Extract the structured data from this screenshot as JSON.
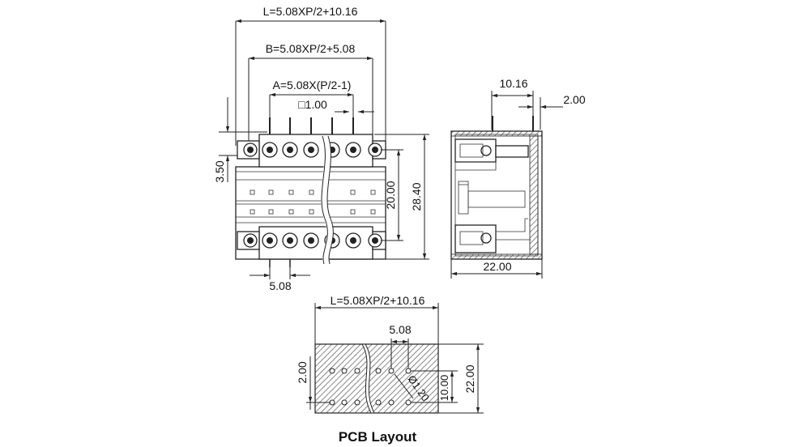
{
  "front_view": {
    "dim_L": "L=5.08XP/2+10.16",
    "dim_B": "B=5.08XP/2+5.08",
    "dim_A": "A=5.08X(P/2-1)",
    "dim_pin": "□1.00",
    "dim_left": "3.50",
    "dim_inner_height": "20.00",
    "dim_total_height": "28.40",
    "dim_pitch": "5.08"
  },
  "side_view": {
    "dim_top": "10.16",
    "dim_offset": "2.00",
    "dim_width": "22.00"
  },
  "pcb_layout": {
    "dim_L": "L=5.08XP/2+10.16",
    "dim_pitch": "5.08",
    "dim_left": "2.00",
    "dim_hole": "Ø1.20",
    "dim_inner": "10.00",
    "dim_height": "22.00",
    "caption": "PCB Layout"
  }
}
